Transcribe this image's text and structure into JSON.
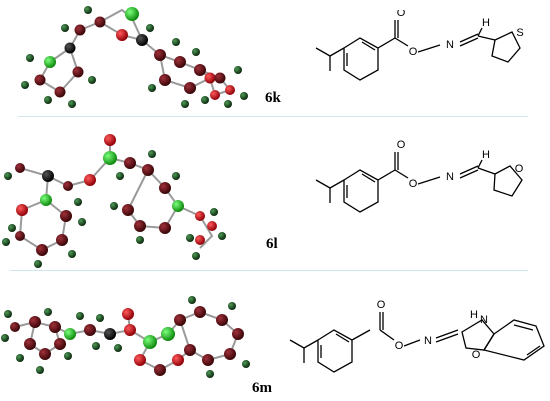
{
  "panels": [
    {
      "label": "6k",
      "atoms": {
        "o_carbonyl": "O",
        "o_ester": "O",
        "n_oxime": "N",
        "h_imine": "H",
        "ring_heteroatom": "S"
      }
    },
    {
      "label": "6l",
      "atoms": {
        "o_carbonyl": "O",
        "o_ester": "O",
        "n_oxime": "N",
        "h_imine": "H",
        "ring_heteroatom": "O"
      }
    },
    {
      "label": "6m",
      "atoms": {
        "o_carbonyl": "O",
        "o_ester": "O",
        "n_oxime": "N",
        "nh_ring": "H",
        "n_ring": "N",
        "o_ring": "O"
      }
    }
  ],
  "colors": {
    "carbon": "#5a0d12",
    "carbon_hi": "#a0303a",
    "hydrogen": "#0f3d14",
    "hydrogen_hi": "#3e8a45",
    "oxygen": "#c0101a",
    "nitrogen": "#19b019",
    "divider": "#cfe6ea"
  }
}
